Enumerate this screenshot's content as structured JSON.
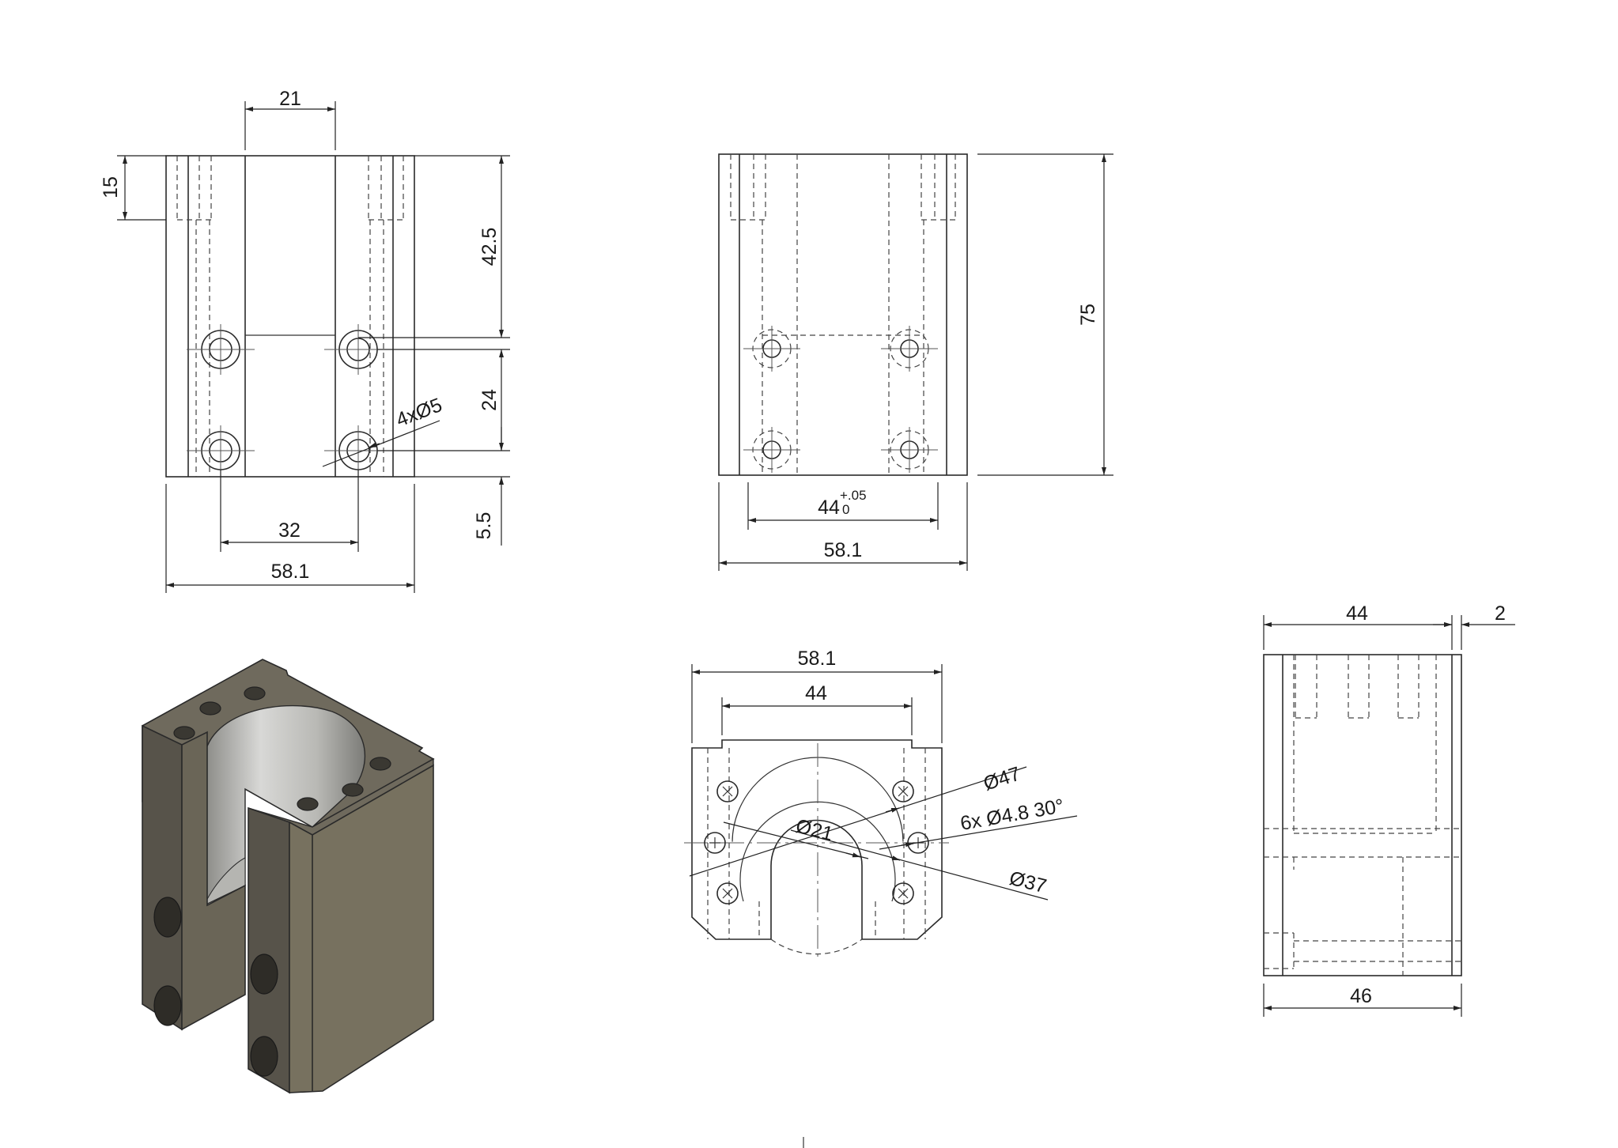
{
  "views": {
    "front": {
      "dim_width_top": "21",
      "dim_height_top_left": "15",
      "dim_height_upper": "42.5",
      "dim_hole_spacing_vertical": "24",
      "dim_holes_callout": "4xØ5",
      "dim_bottom_offset": "5.5",
      "dim_hole_spacing_horizontal": "32",
      "dim_overall_width": "58.1"
    },
    "back": {
      "dim_overall_height": "75",
      "dim_bore_width": "44",
      "dim_bore_tol_upper": "+.05",
      "dim_bore_tol_lower": "0",
      "dim_overall_width": "58.1"
    },
    "top": {
      "dim_overall_width": "58.1",
      "dim_inner_width": "44",
      "dim_d47": "Ø47",
      "dim_holes_callout": "6x Ø4.8 30°",
      "dim_d21": "Ø21",
      "dim_d37": "Ø37"
    },
    "side": {
      "dim_width": "44",
      "dim_step": "2",
      "dim_overall_width": "46"
    }
  },
  "colors": {
    "line": "#2a2a2a",
    "body_top": "#6f6a5d",
    "body_front": "#57534a",
    "body_side": "#77715f",
    "bore_light": "#d8d8d6",
    "bore_dark": "#8a8a86"
  }
}
